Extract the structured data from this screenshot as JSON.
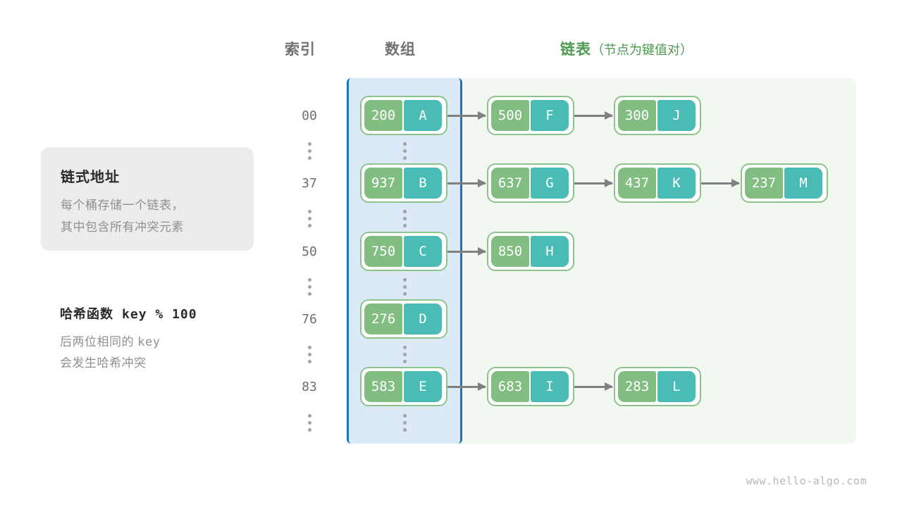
{
  "headers": {
    "index": "索引",
    "array": "数组",
    "list": "链表",
    "list_sub": "（节点为键值对）"
  },
  "info_card": {
    "title": "链式地址",
    "line1": "每个桶存储一个链表，",
    "line2": "其中包含所有冲突元素"
  },
  "hash_note": {
    "title_cn": "哈希函数",
    "title_expr": "key % 100",
    "line1_cn": "后两位相同的",
    "line1_mono": "key",
    "line2": "会发生哈希冲突"
  },
  "colors": {
    "array_panel_bg": "#dceaf7",
    "array_panel_border": "#1676c8",
    "list_panel_bg": "#f1f7f1",
    "node_border": "#8cc48c",
    "node_key_bg": "#82bd82",
    "node_value_bg": "#49bdb5",
    "arrow": "#808080",
    "header_gray": "#717171",
    "header_green": "#4e9a51",
    "card_bg": "#ececec",
    "muted_text": "#909090"
  },
  "buckets": [
    {
      "index": "00",
      "nodes": [
        {
          "key": "200",
          "value": "A"
        },
        {
          "key": "500",
          "value": "F"
        },
        {
          "key": "300",
          "value": "J"
        }
      ]
    },
    {
      "index": "37",
      "nodes": [
        {
          "key": "937",
          "value": "B"
        },
        {
          "key": "637",
          "value": "G"
        },
        {
          "key": "437",
          "value": "K"
        },
        {
          "key": "237",
          "value": "M"
        }
      ]
    },
    {
      "index": "50",
      "nodes": [
        {
          "key": "750",
          "value": "C"
        },
        {
          "key": "850",
          "value": "H"
        }
      ]
    },
    {
      "index": "76",
      "nodes": [
        {
          "key": "276",
          "value": "D"
        }
      ]
    },
    {
      "index": "83",
      "nodes": [
        {
          "key": "583",
          "value": "E"
        },
        {
          "key": "683",
          "value": "I"
        },
        {
          "key": "283",
          "value": "L"
        }
      ]
    }
  ],
  "ellipsis_glyph": "⋮",
  "watermark": "www.hello-algo.com"
}
